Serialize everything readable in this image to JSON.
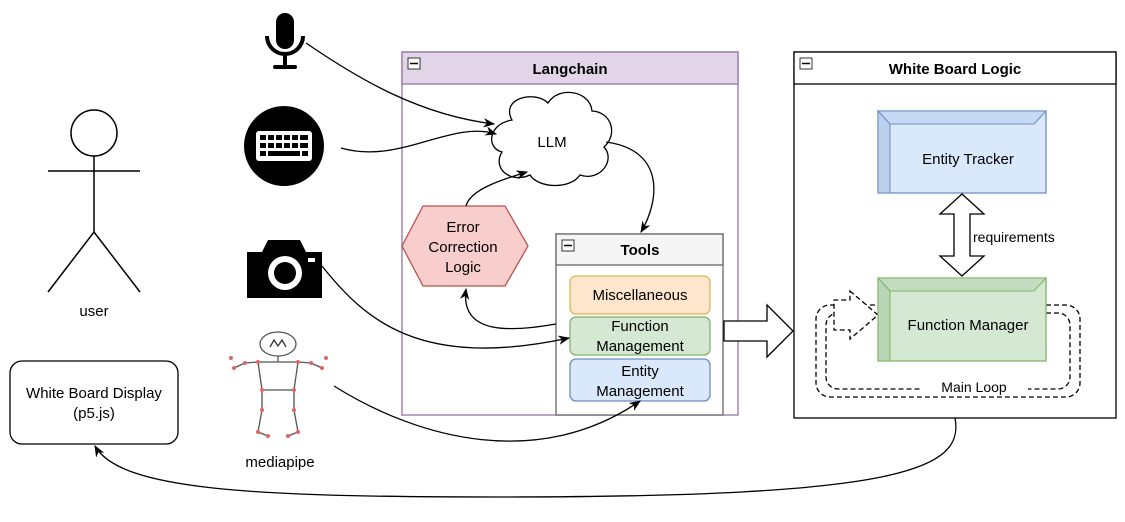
{
  "actors": {
    "user_label": "user",
    "mediapipe_label": "mediapipe"
  },
  "whiteboard_display": {
    "line1": "White Board Display",
    "line2": "(p5.js)"
  },
  "langchain": {
    "title": "Langchain",
    "llm_label": "LLM",
    "error_correction": [
      "Error",
      "Correction",
      "Logic"
    ],
    "tools": {
      "title": "Tools",
      "items": [
        {
          "lines": [
            "Miscellaneous"
          ],
          "fill": "#ffe6cc",
          "stroke": "#d6b656"
        },
        {
          "lines": [
            "Function",
            "Management"
          ],
          "fill": "#d5e8d4",
          "stroke": "#82b366"
        },
        {
          "lines": [
            "Entity",
            "Management"
          ],
          "fill": "#dae8fc",
          "stroke": "#6c8ebf"
        }
      ]
    },
    "header_fill": "#e1d5e7",
    "border": "#9673a6"
  },
  "whiteboard_logic": {
    "title": "White Board Logic",
    "entity_tracker": "Entity Tracker",
    "function_manager": "Function Manager",
    "requirements_label": "requirements",
    "main_loop_label": "Main Loop"
  },
  "colors": {
    "llm_fill": "#ffffff",
    "error_fill": "#f8cecc",
    "error_stroke": "#b85450",
    "entity_tracker_fill": "#dae8fc",
    "entity_tracker_stroke": "#6c8ebf",
    "function_manager_fill": "#d5e8d4",
    "function_manager_stroke": "#82b366",
    "tools_header_fill": "#f5f5f5",
    "tools_border": "#666666"
  },
  "icons": [
    "microphone-icon",
    "keyboard-icon",
    "camera-icon",
    "pose-skeleton-icon",
    "stick-figure-icon"
  ]
}
